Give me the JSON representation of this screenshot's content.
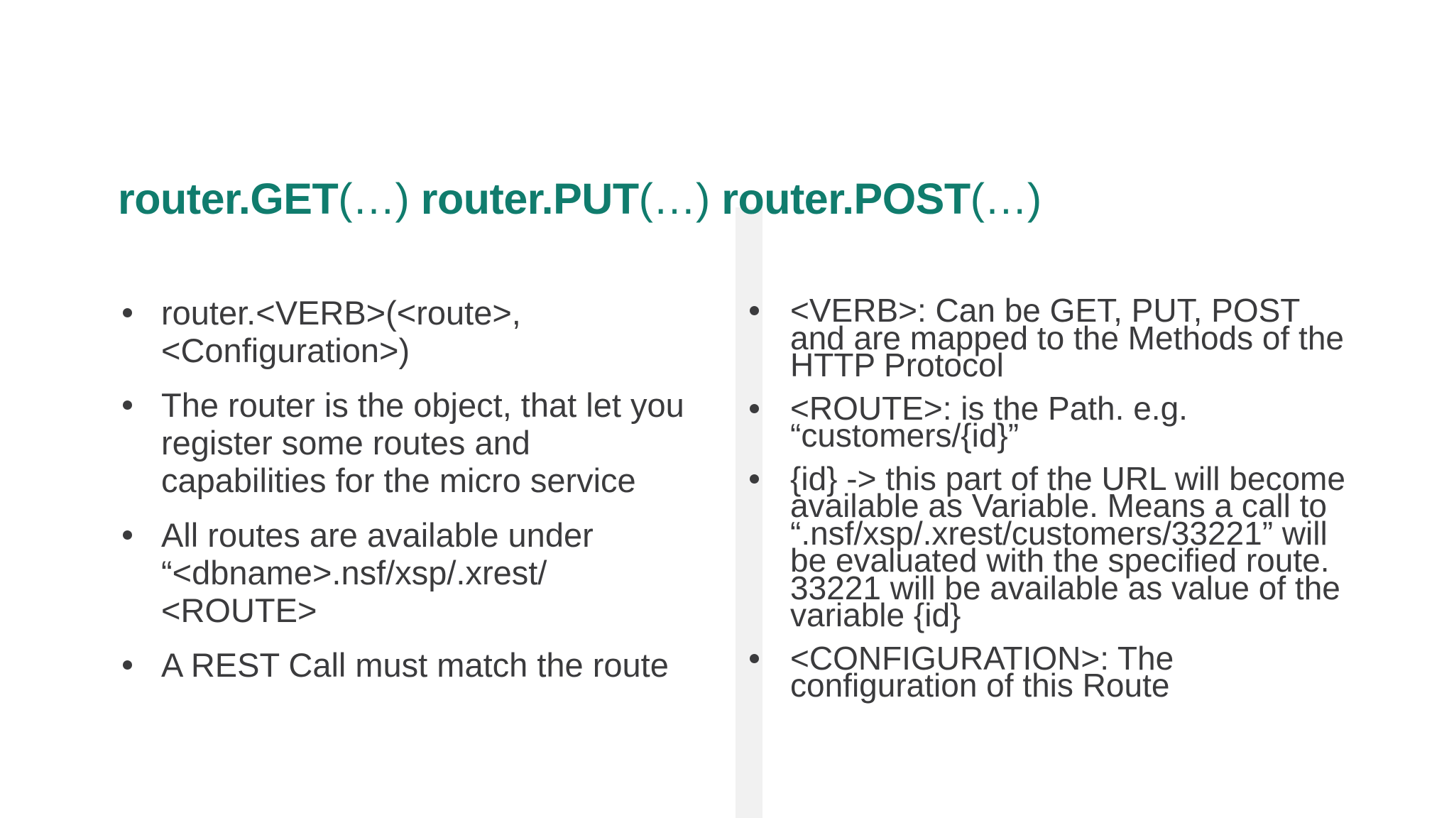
{
  "slide": {
    "colors": {
      "title_accent": "#107C6D",
      "body_text": "#3B3B3D",
      "background": "#FFFFFF",
      "divider_band": "#F1F1F1"
    },
    "title": {
      "segments": [
        {
          "text": "router.GET",
          "bold": true
        },
        {
          "text": "(…) ",
          "bold": false
        },
        {
          "text": "router.PUT",
          "bold": true
        },
        {
          "text": "(…) ",
          "bold": false
        },
        {
          "text": "router.POST",
          "bold": true
        },
        {
          "text": "(…)",
          "bold": false
        }
      ]
    },
    "left_column": {
      "bullets": [
        {
          "lines": [
            "router.<VERB>(<route>,",
            "<Configuration>)"
          ]
        },
        {
          "lines": [
            "The router is the object, that let you",
            "register some routes and",
            "capabilities for the micro service"
          ]
        },
        {
          "lines": [
            "All routes are available under",
            "“<dbname>.nsf/xsp/.xrest/",
            "<ROUTE>"
          ]
        },
        {
          "lines": [
            "A REST Call must match the route"
          ]
        }
      ]
    },
    "right_column": {
      "bullets": [
        {
          "lines": [
            "<VERB>: Can be GET, PUT, POST",
            "and are mapped to the Methods of the",
            "HTTP Protocol"
          ]
        },
        {
          "lines": [
            "<ROUTE>: is the Path. e.g.",
            "“customers/{id}”"
          ]
        },
        {
          "lines": [
            "{id} -> this part of the URL will become",
            "available as Variable. Means a call to",
            "“.nsf/xsp/.xrest/customers/33221” will",
            "be evaluated with the specified route.",
            "33221 will be available as value of the",
            "variable {id}"
          ]
        },
        {
          "lines": [
            "<CONFIGURATION>: The",
            "configuration of this Route"
          ]
        }
      ]
    }
  }
}
